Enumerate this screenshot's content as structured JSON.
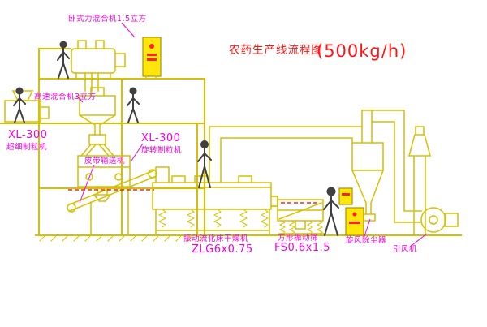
{
  "title": {
    "text": "农药生产线流程图",
    "capacity": "(500kg/h)"
  },
  "labels": {
    "mixer_top": "卧式力混合机1.5立方",
    "mixer_high_speed": "高速混合机3立方",
    "granulator_left_model": "XL-300",
    "granulator_left_name": "超细制粒机",
    "granulator_mid_model": "XL-300",
    "granulator_mid_name": "旋转制粒机",
    "belt_conveyor": "皮带输送机",
    "dryer_name": "振动流化床干燥机",
    "dryer_model": "ZLG6x0.75",
    "screen_name": "方形振动筛",
    "screen_model": "FS0.6x1.5",
    "cyclone": "旋风除尘器",
    "fan": "引风机"
  },
  "colors": {
    "background": "#ffffff",
    "drawing_line": "#d4c104",
    "cabinet_fill": "#ffe60a",
    "label_magenta": "#f400e0",
    "title_red": "#ff1414",
    "accent_red": "#ff2020",
    "figure_gray": "#404040"
  }
}
